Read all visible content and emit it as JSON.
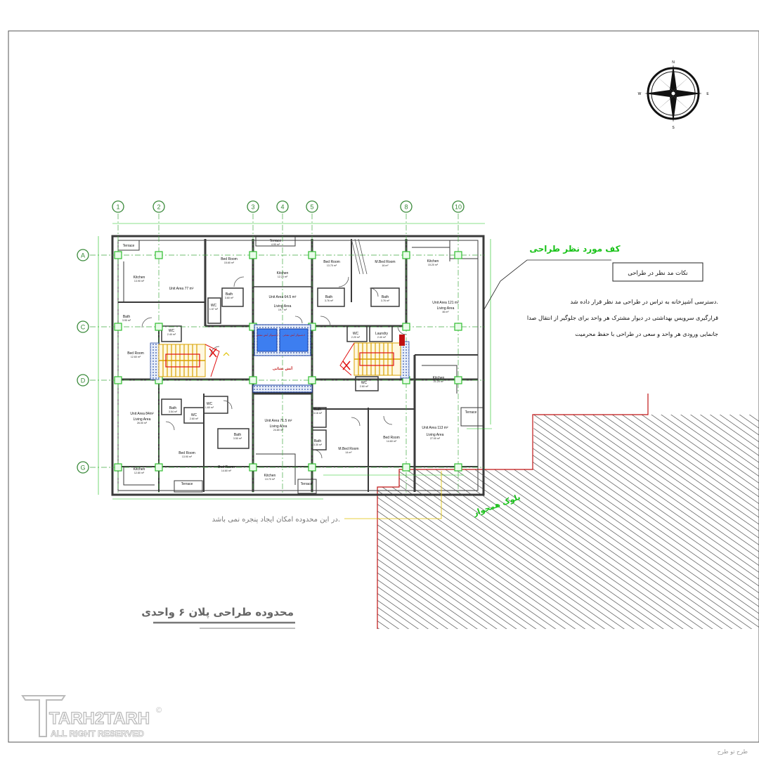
{
  "compass": {
    "n": "N",
    "s": "S",
    "e": "E",
    "w": "W"
  },
  "grid": {
    "columns": [
      "1",
      "2",
      "3",
      "4",
      "5",
      "8",
      "10"
    ],
    "rows": [
      "A",
      "C",
      "D",
      "G"
    ]
  },
  "rooms": [
    {
      "id": "terrace-nw",
      "name": "Terrace",
      "area": ""
    },
    {
      "id": "kitchen-1",
      "name": "Kitchen",
      "area": "13.90 m²"
    },
    {
      "id": "unit-77",
      "name": "Unit Area 77 m²",
      "area": ""
    },
    {
      "id": "bath-1",
      "name": "Bath",
      "area": "3.90 m²"
    },
    {
      "id": "wc-1",
      "name": "WC",
      "area": "2.40 m²"
    },
    {
      "id": "bedroom-1",
      "name": "Bed Room",
      "area": "12.60 m²"
    },
    {
      "id": "bedroom-2",
      "name": "Bed Room",
      "area": "15.60 m²"
    },
    {
      "id": "terrace-n",
      "name": "Terrace",
      "area": "4.90 m²"
    },
    {
      "id": "bath-2",
      "name": "Bath",
      "area": "3.60 m²"
    },
    {
      "id": "wc-2",
      "name": "WC",
      "area": "1.57 m²"
    },
    {
      "id": "kitchen-2",
      "name": "Kitchen",
      "area": "12.20 m²"
    },
    {
      "id": "unit-64",
      "name": "Unit Area 64.5 m²",
      "area": ""
    },
    {
      "id": "living-64",
      "name": "Living Area",
      "area": "19.7 m²"
    },
    {
      "id": "bedroom-3",
      "name": "Bed Room",
      "area": "13.70 m²"
    },
    {
      "id": "mbed-1",
      "name": "M.Bed Room",
      "area": "16 m²"
    },
    {
      "id": "bath-3",
      "name": "Bath",
      "area": "3.76 m²"
    },
    {
      "id": "bath-4",
      "name": "Bath",
      "area": "3.76 m²"
    },
    {
      "id": "kitchen-3",
      "name": "Kitchen",
      "area": "15.20 m²"
    },
    {
      "id": "unit-121",
      "name": "Unit Area 121 m²",
      "area": ""
    },
    {
      "id": "living-121",
      "name": "Living Area",
      "area": "46 m²"
    },
    {
      "id": "wc-3",
      "name": "WC",
      "area": "2.20 m²"
    },
    {
      "id": "laundry",
      "name": "Laundry",
      "area": "2.40 m²"
    },
    {
      "id": "wc-4",
      "name": "WC",
      "area": "2.60 m²"
    },
    {
      "id": "kitchen-4",
      "name": "Kitchen",
      "area": "21.20 m²"
    },
    {
      "id": "unit-84",
      "name": "Unit Area 84m²",
      "area": ""
    },
    {
      "id": "living-84",
      "name": "Living Area",
      "area": "26.00 m²"
    },
    {
      "id": "bath-5",
      "name": "Bath",
      "area": "3.54 m²"
    },
    {
      "id": "wc-5",
      "name": "WC",
      "area": "1.60 m²"
    },
    {
      "id": "wc-6",
      "name": "WC",
      "area": "2.60 m²"
    },
    {
      "id": "bedroom-4",
      "name": "Bed Room",
      "area": "13.90 m²"
    },
    {
      "id": "bath-6",
      "name": "Bath",
      "area": "3.50 m²"
    },
    {
      "id": "unit-71",
      "name": "Unit Area 71.5 m²",
      "area": ""
    },
    {
      "id": "living-71",
      "name": "Living Area",
      "area": "24.80 m²"
    },
    {
      "id": "bath-7",
      "name": "Bath",
      "area": "3.16 m²"
    },
    {
      "id": "bath-8",
      "name": "Bath",
      "area": "3.30 m²"
    },
    {
      "id": "mbed-2",
      "name": "M.Bed Room",
      "area": "14 m²"
    },
    {
      "id": "bedroom-5",
      "name": "Bed Room",
      "area": "14.60 m²"
    },
    {
      "id": "unit-113",
      "name": "Unit Area 113 m²",
      "area": ""
    },
    {
      "id": "living-113",
      "name": "Living Area",
      "area": "27.00 m²"
    },
    {
      "id": "terrace-e",
      "name": "Terrace",
      "area": ""
    },
    {
      "id": "kitchen-5",
      "name": "Kitchen",
      "area": "12.80 m²"
    },
    {
      "id": "bedroom-6",
      "name": "Bed Room",
      "area": "14.60 m²"
    },
    {
      "id": "kitchen-6",
      "name": "Kitchen",
      "area": "13.70 m²"
    },
    {
      "id": "terrace-sw",
      "name": "Terrace",
      "area": ""
    },
    {
      "id": "terrace-s",
      "name": "Terrace",
      "area": ""
    }
  ],
  "annotations": {
    "design_floor": "کف مورد نظر طراحی",
    "notes_title": "نکات مد نظر در طراحی",
    "notes": [
      "دسترسی آشپزخانه به تراس در طراحی مد نظر قرار داده شد.",
      "قرارگیری سرویس بهداشتی در دیوار مشترک هر واحد برای جلوگیر از انتقال صدا",
      "جانمایی ورودی هر واحد و سعی در طراحی با حفظ محرمیت"
    ],
    "neighbor_block": "بلوک همجوار",
    "no_window_note": "در این محدوده امکان ایجاد پنجره نمی باشد.",
    "scope_title": "محدوده طراحی پلان ۶ واحدی",
    "fire_shaft_1": "ادغسوگر آتش نشانی",
    "fire_shaft_2": "ادغسوگر آتش نشانی",
    "fire_note": "آتش نشانی"
  },
  "watermark": {
    "brand": "TARH2TARH",
    "copyright": "©",
    "rights": "ALL RIGHT RESERVED",
    "corner": "طرح تو طرح"
  },
  "colors": {
    "wall": "#3a3a3a",
    "grid_line": "#44aa44",
    "column": "#2fbf2f",
    "accent_green": "#19c219",
    "stair": "#d8a200",
    "shaft_blue": "#1a73e8",
    "fire_red": "#e01010"
  }
}
